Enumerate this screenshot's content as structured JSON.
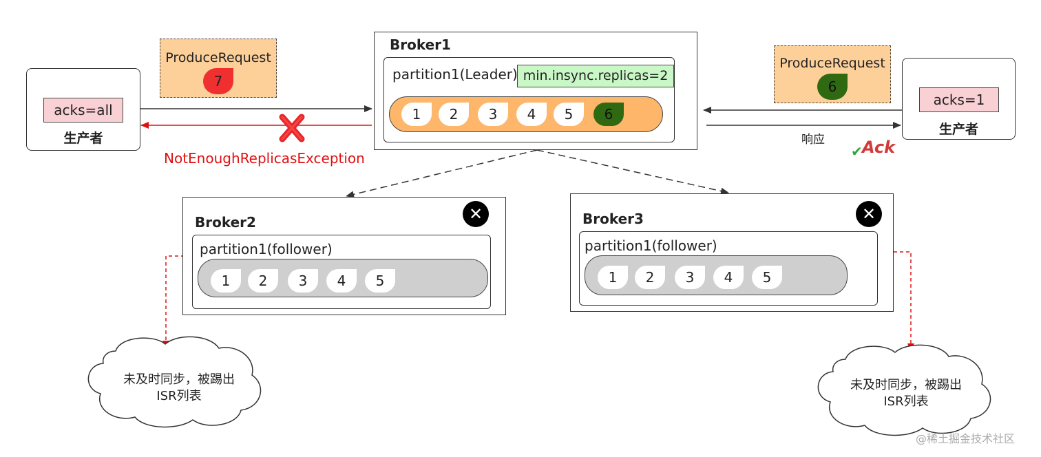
{
  "producer_left": {
    "label": "生产者",
    "acks": "acks=all"
  },
  "producer_right": {
    "label": "生产者",
    "acks": "acks=1"
  },
  "request_left": {
    "label": "ProduceRequest",
    "number": "7",
    "color": "#f03030"
  },
  "request_right": {
    "label": "ProduceRequest",
    "number": "6",
    "color": "#2f6a12"
  },
  "broker1": {
    "title": "Broker1",
    "partition": "partition1(Leader)",
    "config": "min.insync.replicas=2",
    "messages": [
      "1",
      "2",
      "3",
      "4",
      "5",
      "6"
    ],
    "lane_color": "#fdb66a"
  },
  "broker2": {
    "title": "Broker2",
    "partition": "partition1(follower)",
    "messages": [
      "1",
      "2",
      "3",
      "4",
      "5"
    ]
  },
  "broker3": {
    "title": "Broker3",
    "partition": "partition1(follower)",
    "messages": [
      "1",
      "2",
      "3",
      "4",
      "5"
    ]
  },
  "exception": "NotEnoughReplicasException",
  "response": "响应",
  "ack": "Ack",
  "cloud_left": {
    "line1": "未及时同步，被踢出",
    "line2": "ISR列表"
  },
  "cloud_right": {
    "line1": "未及时同步，被踢出",
    "line2": "ISR列表"
  },
  "watermark": "@稀土掘金技术社区"
}
